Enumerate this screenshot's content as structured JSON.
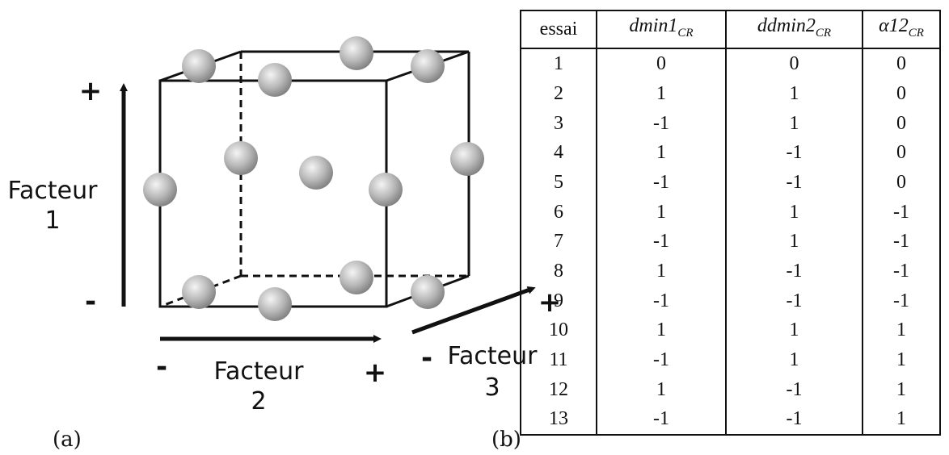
{
  "cube": {
    "factor1_label_line1": "Facteur",
    "factor1_label_line2": "1",
    "factor1_plus": "+",
    "factor1_minus": "-",
    "factor2_label_line1": "Facteur",
    "factor2_label_line2": "2",
    "factor2_plus": "+",
    "factor2_minus": "-",
    "factor3_label_line1": "Facteur",
    "factor3_label_line2": "3",
    "factor3_plus": "+",
    "factor3_minus": "-",
    "panel_label": "(a)"
  },
  "table": {
    "panel_label": "(b)",
    "headers": [
      {
        "main": "essai",
        "sub": ""
      },
      {
        "main": "dmin1",
        "sub": "CR"
      },
      {
        "main": "ddmin2",
        "sub": "CR"
      },
      {
        "main": "α12",
        "sub": "CR"
      }
    ],
    "rows": [
      [
        "1",
        "0",
        "0",
        "0"
      ],
      [
        "2",
        "1",
        "1",
        "0"
      ],
      [
        "3",
        "-1",
        "1",
        "0"
      ],
      [
        "4",
        "1",
        "-1",
        "0"
      ],
      [
        "5",
        "-1",
        "-1",
        "0"
      ],
      [
        "6",
        "1",
        "1",
        "-1"
      ],
      [
        "7",
        "-1",
        "1",
        "-1"
      ],
      [
        "8",
        "1",
        "-1",
        "-1"
      ],
      [
        "9",
        "-1",
        "-1",
        "-1"
      ],
      [
        "10",
        "1",
        "1",
        "1"
      ],
      [
        "11",
        "-1",
        "1",
        "1"
      ],
      [
        "12",
        "1",
        "-1",
        "1"
      ],
      [
        "13",
        "-1",
        "-1",
        "1"
      ]
    ]
  },
  "colors": {
    "line": "#111111",
    "sphere_light": "#f2f2f2",
    "sphere_dark": "#8a8a8a"
  }
}
